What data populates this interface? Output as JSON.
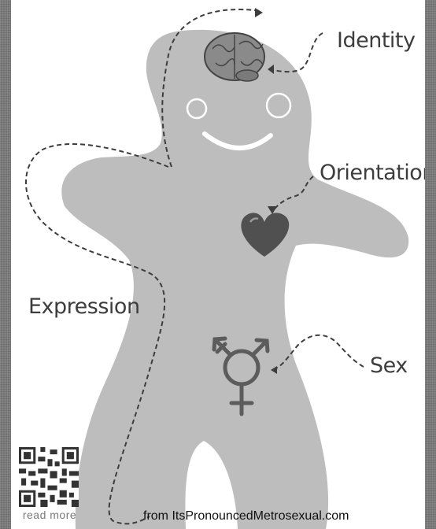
{
  "labels": {
    "identity": "Identity",
    "orientation": "Orientation",
    "expression": "Expression",
    "sex": "Sex"
  },
  "footer": {
    "source_credit": "from ItsPronouncedMetrosexual.com",
    "qr_caption": "read more"
  },
  "icons": [
    "brain-icon",
    "heart-icon",
    "gender-symbol-icon",
    "qr-code"
  ],
  "colors": {
    "body": "#bdbdbd",
    "text": "#3d3d3d",
    "brain": "#8a8a8a",
    "heart": "#505050",
    "symbol": "#5c5c5c"
  }
}
